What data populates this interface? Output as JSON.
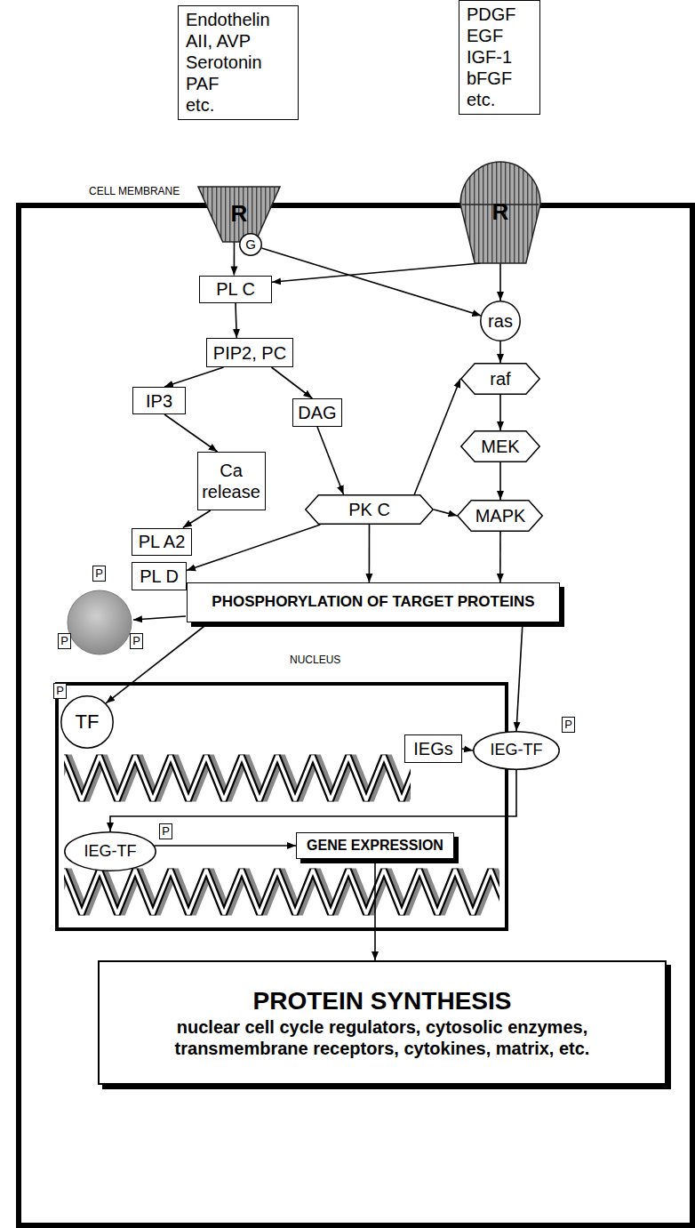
{
  "diagram": {
    "nodes": [
      {
        "text": [
          "Endothelin",
          "AII, AVP",
          "Serotonin",
          "PAF",
          "etc."
        ]
      },
      {
        "text": [
          "PDGF",
          "EGF",
          "IGF-1",
          "bFGF",
          "etc."
        ]
      },
      {
        "text": [
          "CELL MEMBRANE"
        ]
      },
      {
        "text": [
          "R"
        ],
        "in": 2
      },
      {
        "text": [
          "R"
        ],
        "in": 2
      },
      {
        "text": [
          "G"
        ],
        "in": 2
      },
      {
        "text": [
          "PL C"
        ],
        "in": 2
      },
      {
        "text": [
          "ras"
        ],
        "in": 2
      },
      {
        "text": [
          "PIP2, PC"
        ],
        "in": 2
      },
      {
        "text": [
          "raf"
        ],
        "in": 2
      },
      {
        "text": [
          "IP3"
        ],
        "in": 2
      },
      {
        "text": [
          "DAG"
        ],
        "in": 2
      },
      {
        "text": [
          "MEK"
        ],
        "in": 2
      },
      {
        "text": [
          "Ca release"
        ],
        "in": 2
      },
      {
        "text": [
          "PK C"
        ],
        "in": 2
      },
      {
        "text": [
          "PL A2"
        ],
        "in": 2
      },
      {
        "text": [
          "MAPK"
        ],
        "in": 2
      },
      {
        "text": [
          "PL D"
        ],
        "in": 2
      },
      {
        "text": [
          "PHOSPHORYLATION OF TARGET PROTEINS"
        ],
        "in": 2
      },
      {
        "text": [
          "P"
        ],
        "in": 2
      },
      {
        "text": [
          "P"
        ],
        "in": 2
      },
      {
        "text": [
          "P"
        ],
        "in": 2
      },
      {
        "text": [
          "NUCLEUS"
        ],
        "in": 2
      },
      {
        "text": [
          "P"
        ],
        "in": 22
      },
      {
        "text": [
          "TF"
        ],
        "in": 22
      },
      {
        "text": [
          "IEGs"
        ],
        "in": 22
      },
      {
        "text": [
          "IEG-TF"
        ],
        "in": 2
      },
      {
        "text": [
          "P"
        ],
        "in": 2
      },
      {
        "text": [
          "IEG-TF"
        ],
        "in": 22
      },
      {
        "text": [
          "P"
        ],
        "in": 22
      },
      {
        "text": [
          "GENE EXPRESSION"
        ],
        "in": 22
      },
      {
        "text": [
          "PROTEIN SYNTHESIS",
          "nuclear cell cycle regulators, cytosolic enzymes, transmembrane receptors, cytokines, matrix, etc."
        ],
        "in": 2
      }
    ],
    "edges": [
      {
        "from": 3,
        "to": 6,
        "arrow": "to"
      },
      {
        "from": 5,
        "to": 7,
        "arrow": "to"
      },
      {
        "from": 4,
        "to": 6,
        "arrow": "to"
      },
      {
        "from": 4,
        "to": 7,
        "arrow": "to"
      },
      {
        "from": 6,
        "to": 8,
        "arrow": "to"
      },
      {
        "from": 8,
        "to": 10,
        "arrow": "to"
      },
      {
        "from": 8,
        "to": 11,
        "arrow": "to"
      },
      {
        "from": 10,
        "to": 13,
        "arrow": "to"
      },
      {
        "from": 11,
        "to": 14,
        "arrow": "to"
      },
      {
        "from": 13,
        "to": 15,
        "arrow": "to"
      },
      {
        "from": 14,
        "to": 17,
        "arrow": "to"
      },
      {
        "from": 14,
        "to": 9,
        "arrow": "to"
      },
      {
        "from": 14,
        "to": 16,
        "arrow": "to"
      },
      {
        "from": 14,
        "to": 18,
        "arrow": "to"
      },
      {
        "from": 7,
        "to": 9,
        "arrow": "to"
      },
      {
        "from": 9,
        "to": 12,
        "arrow": "to"
      },
      {
        "from": 12,
        "to": 16,
        "arrow": "to"
      },
      {
        "from": 16,
        "to": 18,
        "arrow": "to"
      },
      {
        "from": 18,
        "to": 24,
        "arrow": "to"
      },
      {
        "from": 18,
        "to": 26,
        "arrow": "to"
      },
      {
        "from": 25,
        "to": 26,
        "arrow": "to"
      },
      {
        "from": 26,
        "to": 28,
        "arrow": "to"
      },
      {
        "from": 28,
        "to": 30,
        "arrow": "to"
      },
      {
        "from": 30,
        "to": 31,
        "arrow": "to"
      }
    ]
  }
}
